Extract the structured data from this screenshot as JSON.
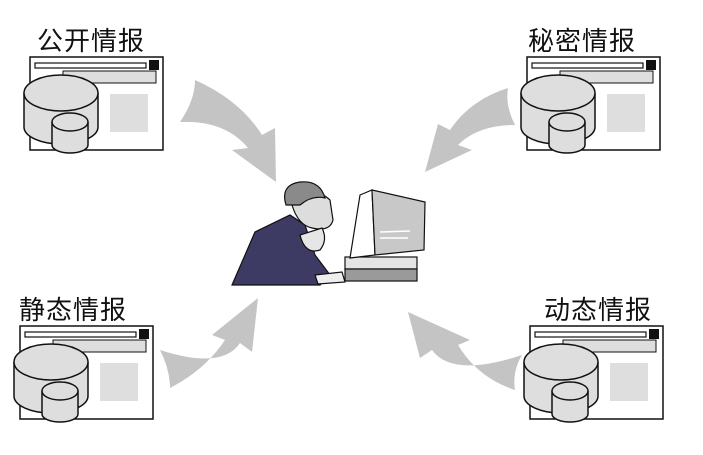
{
  "labels": {
    "top_left": "公开情报",
    "top_right": "秘密情报",
    "bottom_left": "静态情报",
    "bottom_right": "动态情报"
  },
  "colors": {
    "arrow": "#c4c4c4",
    "icon_fill": "#dedede",
    "suit": "#3d3b63"
  }
}
